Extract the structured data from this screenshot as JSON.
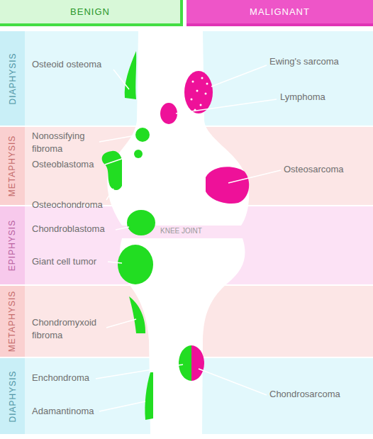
{
  "diagram": {
    "nodes": [
      {
        "text": [
          "BENIGN"
        ]
      },
      {
        "text": [
          "MALIGNANT"
        ]
      },
      {
        "text": [
          "DIAPHYSIS"
        ]
      },
      {
        "text": [
          "METAPHYSIS"
        ]
      },
      {
        "text": [
          "EPIPHYSIS"
        ]
      },
      {
        "text": [
          "METAPHYSIS"
        ]
      },
      {
        "text": [
          "DIAPHYSIS"
        ]
      }
    ],
    "labels": [
      "Osteoid osteoma",
      "Ewing's sarcoma",
      "Lymphoma",
      "Nonossifying fibroma",
      "Osteoblastoma",
      "Osteochondroma",
      "Osteosarcoma",
      "Chondroblastoma",
      "KNEE JOINT",
      "Giant cell tumor",
      "Chondromyxoid fibroma",
      "Enchondroma",
      "Adamantinoma",
      "Chondrosarcoma"
    ]
  }
}
